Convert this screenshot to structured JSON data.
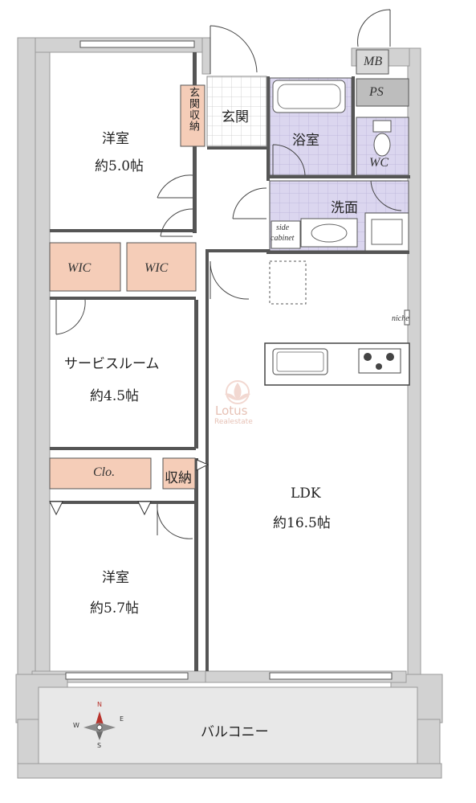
{
  "rooms": {
    "western_room_1": {
      "name": "洋室",
      "size": "約5.0帖"
    },
    "genkan": {
      "name": "玄関"
    },
    "genkan_storage": {
      "name": "玄関収納"
    },
    "bathroom": {
      "name": "浴室"
    },
    "wc": {
      "name": "WC"
    },
    "washroom": {
      "name": "洗面"
    },
    "mb": {
      "name": "MB"
    },
    "ps": {
      "name": "PS"
    },
    "side_cabinet": {
      "line1": "side",
      "line2": "cabinet"
    },
    "wic_1": {
      "name": "WIC"
    },
    "wic_2": {
      "name": "WIC"
    },
    "service_room": {
      "name": "サービスルーム",
      "size": "約4.5帖"
    },
    "closet": {
      "name": "Clo."
    },
    "storage": {
      "name": "収納"
    },
    "western_room_2": {
      "name": "洋室",
      "size": "約5.7帖"
    },
    "ldk": {
      "name": "LDK",
      "size": "約16.5帖"
    },
    "niche": {
      "name": "niche"
    },
    "balcony": {
      "name": "バルコニー"
    }
  },
  "compass": {
    "north": "N",
    "east": "E",
    "south": "S",
    "west": "W"
  },
  "watermark": {
    "brand": "Lotus",
    "sub": "Realestate"
  },
  "colors": {
    "wall": "#cfcfcf",
    "storage_fill": "#f5cdb8",
    "wet_area_grid": "#d7d3ec",
    "balcony": "#e9e9e9",
    "compass_red": "#b8322b"
  }
}
